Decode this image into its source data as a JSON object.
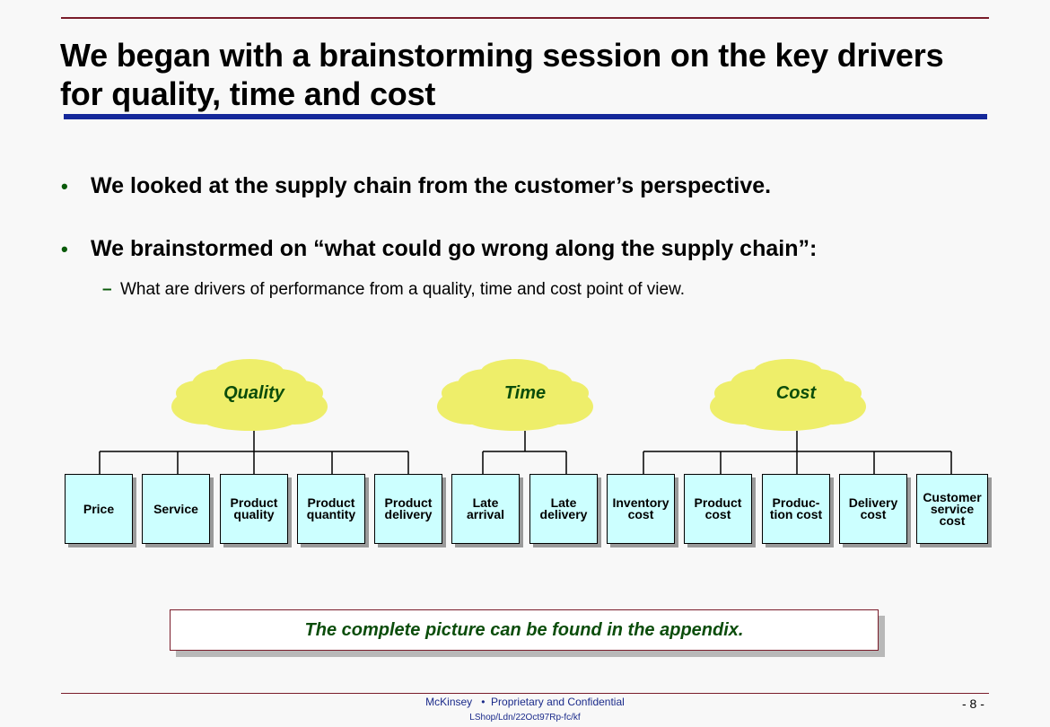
{
  "title": "We began with a brainstorming session on the key drivers for quality, time and cost",
  "bullets": [
    "We looked at the supply chain from the customer’s perspective.",
    "We brainstormed on “what could go wrong along the supply chain”:"
  ],
  "bullet_marker": "•",
  "sub_marker": "–",
  "sub_bullet": "What are drivers of performance from a quality, time and cost point of view.",
  "categories": [
    {
      "label": "Quality",
      "children": [
        "Price",
        "Service",
        "Product\nquality",
        "Product\nquantity",
        "Product\ndelivery"
      ]
    },
    {
      "label": "Time",
      "children": [
        "Late\narrival",
        "Late\ndelivery"
      ]
    },
    {
      "label": "Cost",
      "children": [
        "Inventory\ncost",
        "Product\ncost",
        "Produc-\ntion cost",
        "Delivery\ncost",
        "Customer\nservice\ncost"
      ]
    }
  ],
  "callout": "The complete picture can be found in the appendix.",
  "footer": {
    "line1": "McKinsey   •  Proprietary and Confidential",
    "line2": "LShop/Ldn/22Oct97Rp-fc/kf",
    "page": "- 8 -"
  },
  "colors": {
    "title_rule": "#14289a",
    "accent_rule": "#7a1c2a",
    "cloud_fill": "#eeee6a",
    "box_fill": "#ccffff",
    "label_green": "#0b4d0b"
  }
}
